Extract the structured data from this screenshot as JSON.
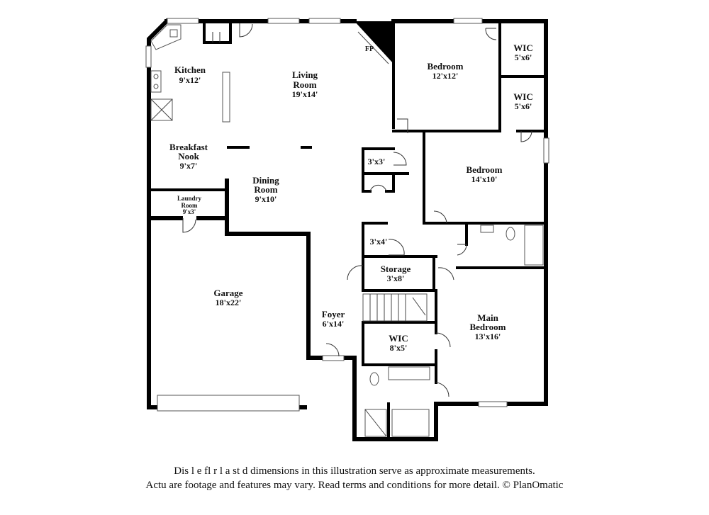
{
  "rooms": {
    "kitchen": {
      "name": "Kitchen",
      "dims": "9'x12'"
    },
    "living": {
      "name1": "Living",
      "name2": "Room",
      "dims": "19'x14'"
    },
    "fp": {
      "name": "FP"
    },
    "bedroom1": {
      "name": "Bedroom",
      "dims": "12'x12'"
    },
    "wic1": {
      "name": "WIC",
      "dims": "5'x6'"
    },
    "wic2": {
      "name": "WIC",
      "dims": "5'x6'"
    },
    "nook": {
      "name1": "Breakfast",
      "name2": "Nook",
      "dims": "9'x7'"
    },
    "closet33": {
      "dims": "3'x3'"
    },
    "bedroom2": {
      "name": "Bedroom",
      "dims": "14'x10'"
    },
    "dining": {
      "name1": "Dining",
      "name2": "Room",
      "dims": "9'x10'"
    },
    "laundry": {
      "name1": "Laundry",
      "name2": "Room",
      "dims": "9'x3'"
    },
    "closet34": {
      "dims": "3'x4'"
    },
    "storage": {
      "name": "Storage",
      "dims": "3'x8'"
    },
    "garage": {
      "name": "Garage",
      "dims": "18'x22'"
    },
    "foyer": {
      "name": "Foyer",
      "dims": "6'x14'"
    },
    "main": {
      "name1": "Main",
      "name2": "Bedroom",
      "dims": "13'x16'"
    },
    "wic3": {
      "name": "WIC",
      "dims": "8'x5'"
    }
  },
  "disclaimer": {
    "line1": "Dis      l  e fl   r  l   a    st   d dimensions in this illustration serve as approximate measurements.",
    "line2": "Actu    are footage and features may vary. Read terms and conditions for more detail. © PlanOmatic"
  }
}
